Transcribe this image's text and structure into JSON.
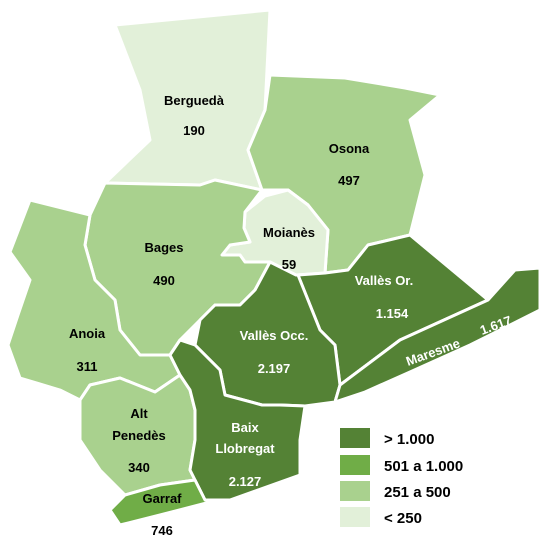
{
  "colors": {
    "gt_1000": "#548235",
    "c501_1000": "#70AD47",
    "c251_500": "#A9D18E",
    "lt_250": "#E2F0D9",
    "border": "#ffffff"
  },
  "regions": {
    "bergueda": {
      "name": "Berguedà",
      "value": "190",
      "class": "lt_250"
    },
    "osona": {
      "name": "Osona",
      "value": "497",
      "class": "c251_500"
    },
    "moianes": {
      "name": "Moianès",
      "value": "59",
      "class": "lt_250"
    },
    "bages": {
      "name": "Bages",
      "value": "490",
      "class": "c251_500"
    },
    "valles_or": {
      "name": "Vallès Or.",
      "value": "1.154",
      "class": "gt_1000"
    },
    "valles_occ": {
      "name": "Vallès Occ.",
      "value": "2.197",
      "class": "gt_1000"
    },
    "maresme": {
      "name": "Maresme",
      "value": "1.617",
      "class": "gt_1000"
    },
    "anoia": {
      "name": "Anoia",
      "value": "311",
      "class": "c251_500"
    },
    "alt_penedes": {
      "name_line1": "Alt",
      "name_line2": "Penedès",
      "value": "340",
      "class": "c251_500"
    },
    "baix_llobregat": {
      "name_line1": "Baix",
      "name_line2": "Llobregat",
      "value": "2.127",
      "class": "gt_1000"
    },
    "garraf": {
      "name": "Garraf",
      "value": "746",
      "class": "c501_1000"
    }
  },
  "legend": {
    "items": [
      {
        "label": "> 1.000",
        "class": "gt_1000"
      },
      {
        "label": "501 a 1.000",
        "class": "c501_1000"
      },
      {
        "label": "251 a 500",
        "class": "c251_500"
      },
      {
        "label": "< 250",
        "class": "lt_250"
      }
    ]
  }
}
